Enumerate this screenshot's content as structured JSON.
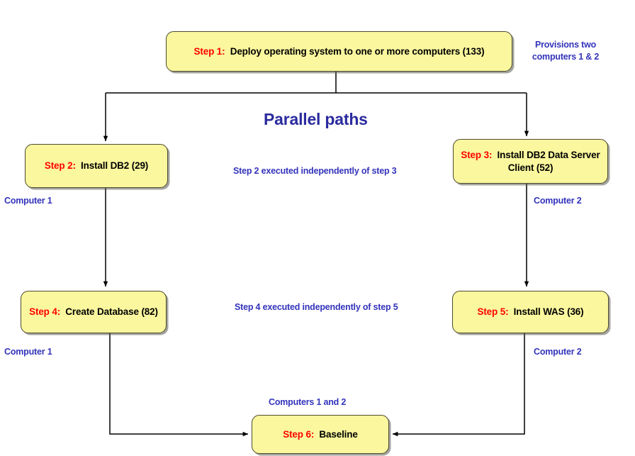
{
  "diagram": {
    "title_annotation": "Parallel paths",
    "nodes": [
      {
        "id": "step1",
        "step_label": "Step 1:",
        "text": "Deploy operating system to one or more computers (133)"
      },
      {
        "id": "step2",
        "step_label": "Step 2:",
        "text": "Install DB2 (29)"
      },
      {
        "id": "step3",
        "step_label": "Step 3:",
        "text": "Install DB2 Data Server Client (52)"
      },
      {
        "id": "step4",
        "step_label": "Step 4:",
        "text": "Create Database (82)"
      },
      {
        "id": "step5",
        "step_label": "Step 5:",
        "text": "Install WAS (36)"
      },
      {
        "id": "step6",
        "step_label": "Step 6:",
        "text": "Baseline"
      }
    ],
    "annotations": {
      "provisions": "Provisions two computers 1 & 2",
      "parallel_note_top": "Step 2 executed independently of step 3",
      "parallel_note_bottom": "Step 4 executed independently of step 5",
      "computer1_upper": "Computer 1",
      "computer1_lower": "Computer 1",
      "computer2_upper": "Computer 2",
      "computer2_lower": "Computer 2",
      "computers_both": "Computers 1 and 2"
    },
    "colors": {
      "node_fill": "#faf79e",
      "node_border": "#4d4a2e",
      "step_label": "#ff0000",
      "annotation": "#3333bb",
      "title_annotation": "#2b2b9e",
      "edge": "#000000",
      "background": "#ffffff"
    }
  }
}
